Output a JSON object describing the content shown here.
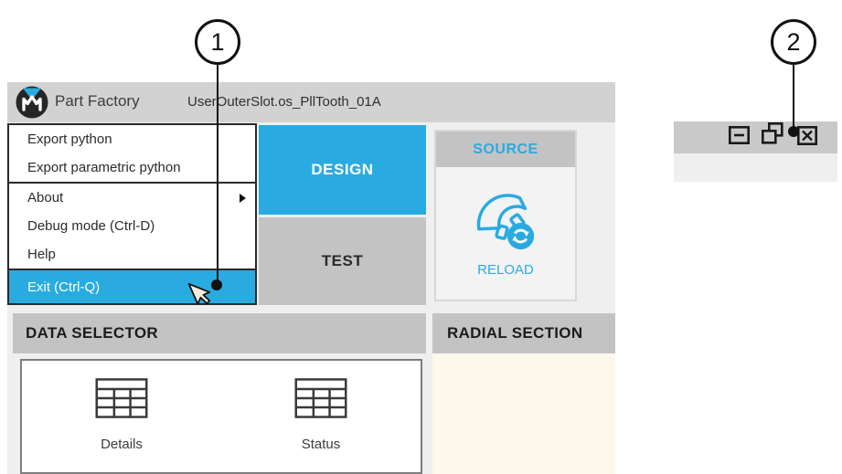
{
  "callouts": [
    {
      "number": "1",
      "target": "exit-menu-item"
    },
    {
      "number": "2",
      "target": "window-close-button"
    }
  ],
  "app_window": {
    "title_bar": {
      "logo_icon": "part-factory-logo",
      "app_name": "Part Factory",
      "document_title": "UserOuterSlot.os_PllTooth_01A"
    },
    "menu": {
      "items": [
        {
          "label": "Export python"
        },
        {
          "label": "Export parametric python"
        },
        {
          "label": "About",
          "has_submenu": true
        },
        {
          "label": "Debug mode (Ctrl-D)"
        },
        {
          "label": "Help"
        },
        {
          "label": "Exit (Ctrl-Q)",
          "highlighted": true
        }
      ]
    },
    "tabs": [
      {
        "label": "DESIGN",
        "active": true
      },
      {
        "label": "TEST",
        "active": false
      }
    ],
    "source_panel": {
      "title": "SOURCE",
      "reload_button": {
        "label": "RELOAD",
        "icon": "reload-part-icon"
      }
    },
    "data_selector": {
      "title": "DATA SELECTOR",
      "items": [
        {
          "label": "Details",
          "icon": "table-icon"
        },
        {
          "label": "Status",
          "icon": "table-icon"
        }
      ]
    },
    "radial_section": {
      "title": "RADIAL SECTION"
    }
  },
  "window_controls": {
    "buttons": [
      {
        "icon": "minimize-icon"
      },
      {
        "icon": "restore-icon"
      },
      {
        "icon": "close-icon"
      }
    ]
  },
  "colors": {
    "accent": "#29abe2",
    "titlebar_gray": "#d2d2d2",
    "section_header_gray": "#c3c3c3",
    "content_background": "#efefef",
    "radial_cream": "#fdf8ec",
    "highlight_text": "#ffffff"
  }
}
